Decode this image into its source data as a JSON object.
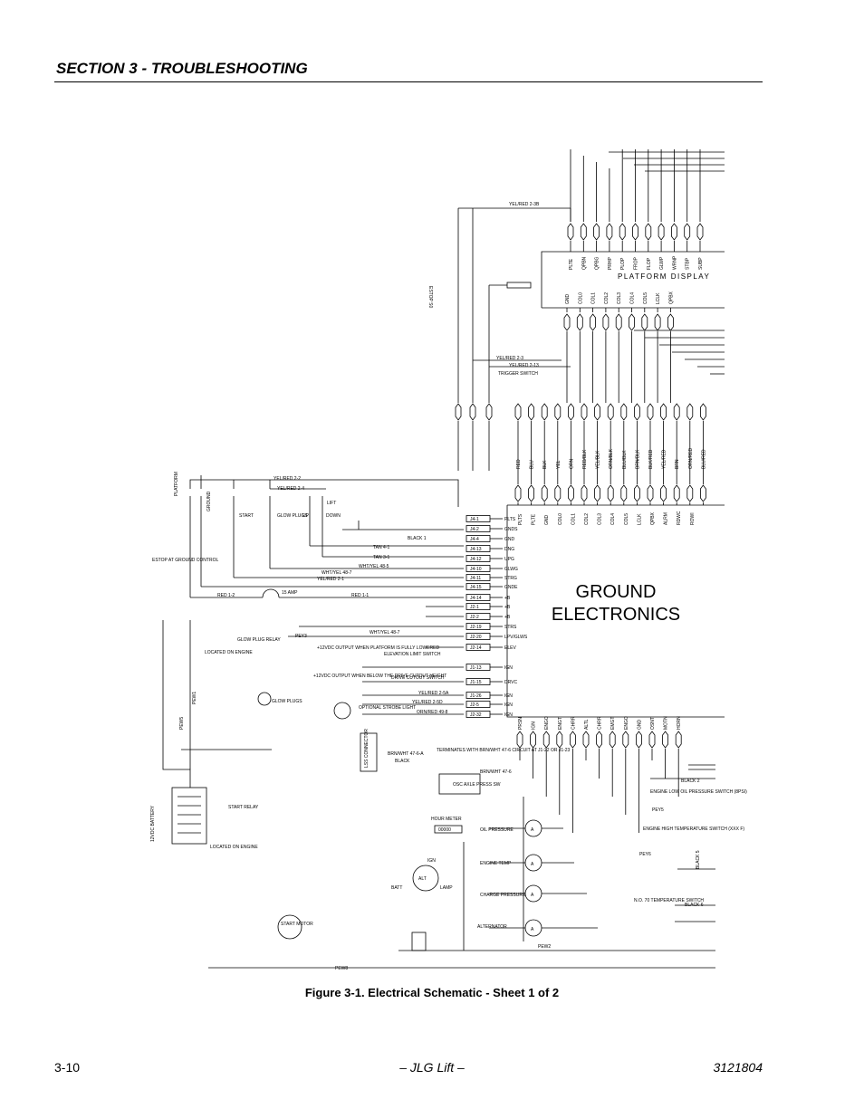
{
  "header": {
    "section_title": "SECTION 3 - TROUBLESHOOTING"
  },
  "schematic": {
    "ground_electronics_line1": "GROUND",
    "ground_electronics_line2": "ELECTRONICS",
    "platform_display_label": "PLATFORM DISPLAY",
    "top_wire_label": "YEL/RED 2-3B",
    "estop_label": "ESTOP S0",
    "trigger_switch_label": "TRIGGER SWITCH",
    "trigger_wire_a": "YEL/RED 2-3",
    "trigger_wire_b": "YEL/RED 2-13",
    "platform_display_pins": [
      "PLTE",
      "QPBN",
      "QPBG",
      "PRHP",
      "PLOP",
      "FROP",
      "FLOP",
      "GLWP",
      "WRNP",
      "STBP",
      "SUBP"
    ],
    "platform_display_lower_pins": [
      "GND",
      "COL0",
      "COL1",
      "COL2",
      "COL3",
      "COL4",
      "COL5",
      "LCLK",
      "QPBX"
    ],
    "vertical_wire_colors": [
      "RED",
      "BLU",
      "BLK",
      "YEL",
      "ORN",
      "RED/BLK",
      "YEL/BLK",
      "ORN/BLK",
      "BLU/BLK",
      "BRN/BLK",
      "BLK/RED",
      "YEL/RED",
      "BRN",
      "ORN/RED",
      "BLU/RED"
    ],
    "ground_pins_right": [
      "PLTS",
      "PLTE",
      "GND",
      "COL0",
      "COL1",
      "COL2",
      "COL3",
      "COL4",
      "COL5",
      "LCLK",
      "QPBX",
      "ALRM",
      "RDWC",
      "ROWI"
    ],
    "ground_pins_left": [
      "PLTS",
      "GNDS",
      "GND",
      "DNG",
      "UPG",
      "GLWG",
      "STRG",
      "GNDE",
      "+B",
      "+B",
      "+B",
      "STRS",
      "LPV/GLWS",
      "ELEV",
      "IGN",
      "DRVC",
      "IGN",
      "IGN",
      "IGN"
    ],
    "ground_connectors_left": [
      "J4-1",
      "J4-2",
      "J4-4",
      "J4-13",
      "J4-12",
      "J4-10",
      "J4-11",
      "J4-15",
      "J4-14",
      "J2-1",
      "J2-2",
      "J2-19",
      "J2-20",
      "J2-14",
      "J1-13",
      "J1-15",
      "J1-26",
      "J2-5",
      "J2-32"
    ],
    "ground_bottom_pins": [
      "PRSN",
      "IGN",
      "ENGO",
      "ENGT",
      "CHRR",
      "ALTL",
      "CHRR",
      "EMGT",
      "ENGO",
      "GND",
      "OSNT",
      "MOTN",
      "HORN"
    ],
    "left_labels": {
      "platform": "PLATFORM",
      "ground": "GROUND",
      "start": "START",
      "glow_plugs": "GLOW PLUGS",
      "lift": "LIFT",
      "up": "UP",
      "down": "DOWN",
      "estop_ground": "ESTOP AT GROUND CONTROL",
      "fuse": "15 AMP",
      "glow_plug_relay": "GLOW PLUG RELAY",
      "located_on_engine": "LOCATED ON ENGINE",
      "glow_plugs_2": "GLOW PLUGS",
      "battery": "12VDC BATTERY",
      "start_relay": "START RELAY",
      "located_on_engine_2": "LOCATED ON ENGINE",
      "start_motor": "START MOTOR",
      "alt": "ALT",
      "batt": "BATT",
      "lamp": "LAMP",
      "ign": "IGN",
      "strobe": "OPTIONAL STROBE LIGHT",
      "lss_connector": "LSS CONNECTOR",
      "hour_meter": "HOUR METER",
      "hour_value": "00000",
      "osc_axle": "OSC AXLE PRESS SW",
      "oil_pressure": "OIL PRESSURE",
      "engine_temp": "ENGINE TEMP",
      "charge_pressure": "CHARGE PRESSURE",
      "alternator": "ALTERNATOR",
      "output_platform": "+12VDC OUTPUT WHEN PLATFORM IS FULLY LOWERED",
      "output_drive": "+12VDC OUTPUT WHEN BELOW THE DRIVE CUTOUT HEIGHT",
      "elevation_limit": "ELEVATION LIMIT SWITCH",
      "drive_cutout": "DRIVE CUTOUT SWITCH",
      "terminates": "TERMINATES WITH BRN/WHT 47-6 CIRCUIT AT J1-22 OR J1-23",
      "low_oil": "ENGINE LOW OIL PRESSURE SWITCH (8PSI)",
      "high_temp": "ENGINE HIGH TEMPERATURE SWITCH (XXX F)",
      "no_temp": "N.O. 70 TEMPERATURE SWITCH",
      "black_2": "BLACK 2",
      "black_6": "BLACK 6",
      "black_5": "BLACK 5"
    },
    "wire_labels": {
      "yelred22": "YEL/RED 2-2",
      "yelred24": "YEL/RED 2-4",
      "black1": "BLACK 1",
      "tan41": "TAN 4-1",
      "tan31": "TAN 3-1",
      "whtyel485": "WHT/YEL 48-5",
      "whtyel487": "WHT/YEL 48-7",
      "yelred21": "YEL/RED 2-1",
      "red12": "RED 1-2",
      "red11": "RED 1-1",
      "whtyel487b": "WHT/YEL 48-7",
      "yelred25a": "YEL/RED 2-5A",
      "yelred25d": "YEL/RED 2-5D",
      "orned498": "ORN/RED 49-8",
      "brnwht476a": "BRN/WHT 47-6-A",
      "brnwht476": "BRN/WHT 47-6",
      "black": "BLACK",
      "pey3": "PEY3",
      "pey5": "PEY5",
      "pey6": "PEY6",
      "pew1": "PEW1",
      "pew5": "PEW5",
      "pew8": "PEW8",
      "pew2": "PEW2"
    }
  },
  "caption": "Figure 3-1.  Electrical Schematic - Sheet 1 of 2",
  "footer": {
    "page": "3-10",
    "center": "– JLG Lift –",
    "doc_number": "3121804"
  }
}
